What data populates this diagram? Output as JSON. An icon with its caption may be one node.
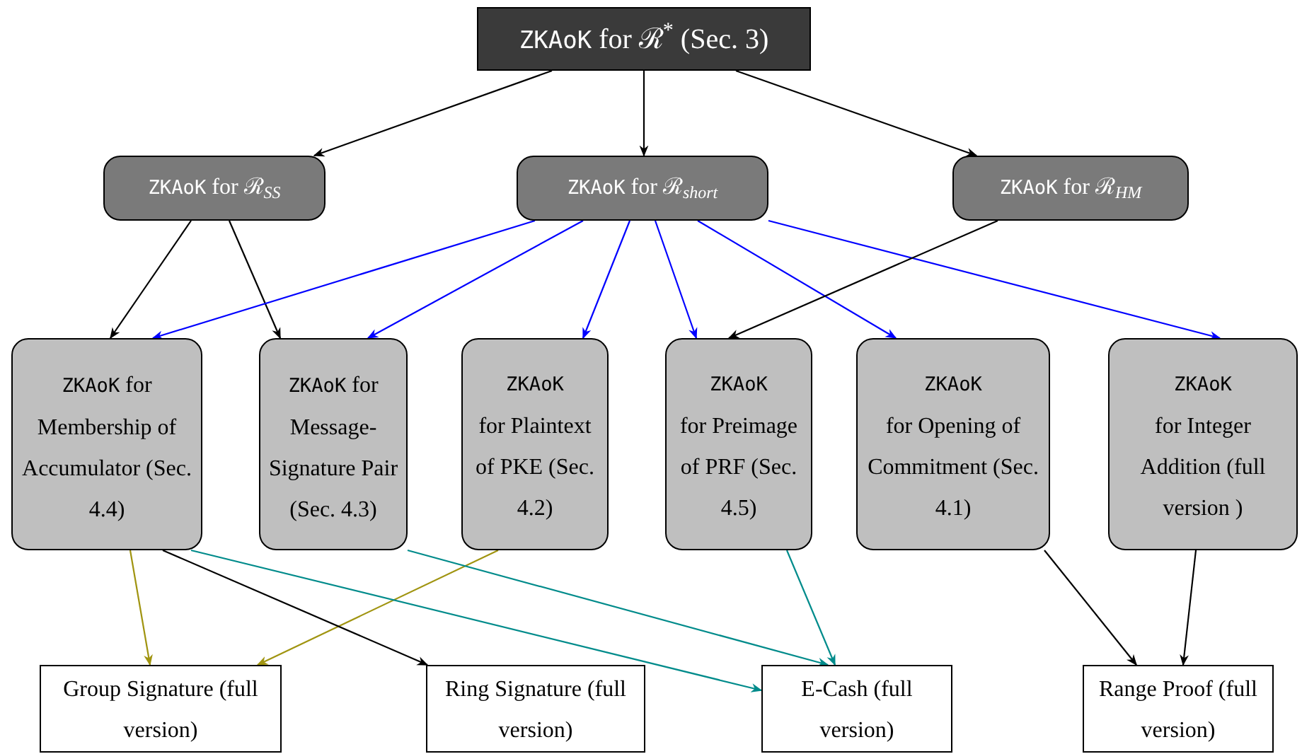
{
  "diagram": {
    "nodes": [
      {
        "text": [
          "ZKAoK",
          "for ℛ$^{*}$ (Sec. 3)"
        ]
      },
      {
        "text": [
          "ZKAoK",
          "for ℛ$_{SS}$"
        ]
      },
      {
        "text": [
          "ZKAoK",
          "for ℛ$_{short}$"
        ]
      },
      {
        "text": [
          "ZKAoK",
          "for ℛ$_{HM}$"
        ]
      },
      {
        "text": [
          "ZKAoK",
          "for Membership of Accumulator (Sec. 4.4)"
        ]
      },
      {
        "text": [
          "ZKAoK",
          "for Message-Signature Pair (Sec. 4.3)"
        ]
      },
      {
        "text": [
          "ZKAoK",
          "for Plaintext of PKE (Sec. 4.2)"
        ]
      },
      {
        "text": [
          "ZKAoK",
          "for Preimage of PRF (Sec. 4.5)"
        ]
      },
      {
        "text": [
          "ZKAoK",
          "for Opening of Commitment (Sec. 4.1)"
        ]
      },
      {
        "text": [
          "ZKAoK",
          "for Integer Addition (full version )"
        ]
      },
      {
        "text": [
          "Group Signature (full version)"
        ]
      },
      {
        "text": [
          "Ring Signature (full version)"
        ]
      },
      {
        "text": [
          "E-Cash (full version)"
        ]
      },
      {
        "text": [
          "Range Proof (full version)"
        ]
      }
    ],
    "edges": [
      {
        "from": 0,
        "to": 1,
        "arrow": "to"
      },
      {
        "from": 0,
        "to": 2,
        "arrow": "to"
      },
      {
        "from": 0,
        "to": 3,
        "arrow": "to"
      },
      {
        "from": 1,
        "to": 4,
        "arrow": "to"
      },
      {
        "from": 1,
        "to": 5,
        "arrow": "to"
      },
      {
        "from": 2,
        "to": 4,
        "arrow": "to",
        "color": "#0000ff"
      },
      {
        "from": 2,
        "to": 5,
        "arrow": "to",
        "color": "#0000ff"
      },
      {
        "from": 2,
        "to": 6,
        "arrow": "to",
        "color": "#0000ff"
      },
      {
        "from": 2,
        "to": 7,
        "arrow": "to",
        "color": "#0000ff"
      },
      {
        "from": 2,
        "to": 8,
        "arrow": "to",
        "color": "#0000ff"
      },
      {
        "from": 2,
        "to": 9,
        "arrow": "to",
        "color": "#0000ff"
      },
      {
        "from": 3,
        "to": 7,
        "arrow": "to"
      },
      {
        "from": 4,
        "to": 10,
        "arrow": "to",
        "color": "#a09410"
      },
      {
        "from": 6,
        "to": 10,
        "arrow": "to",
        "color": "#a09410"
      },
      {
        "from": 4,
        "to": 11,
        "arrow": "to"
      },
      {
        "from": 4,
        "to": 12,
        "arrow": "to",
        "color": "#008b8b"
      },
      {
        "from": 5,
        "to": 12,
        "arrow": "to",
        "color": "#008b8b"
      },
      {
        "from": 7,
        "to": 12,
        "arrow": "to",
        "color": "#008b8b"
      },
      {
        "from": 8,
        "to": 13,
        "arrow": "to"
      },
      {
        "from": 9,
        "to": 13,
        "arrow": "to"
      }
    ]
  }
}
